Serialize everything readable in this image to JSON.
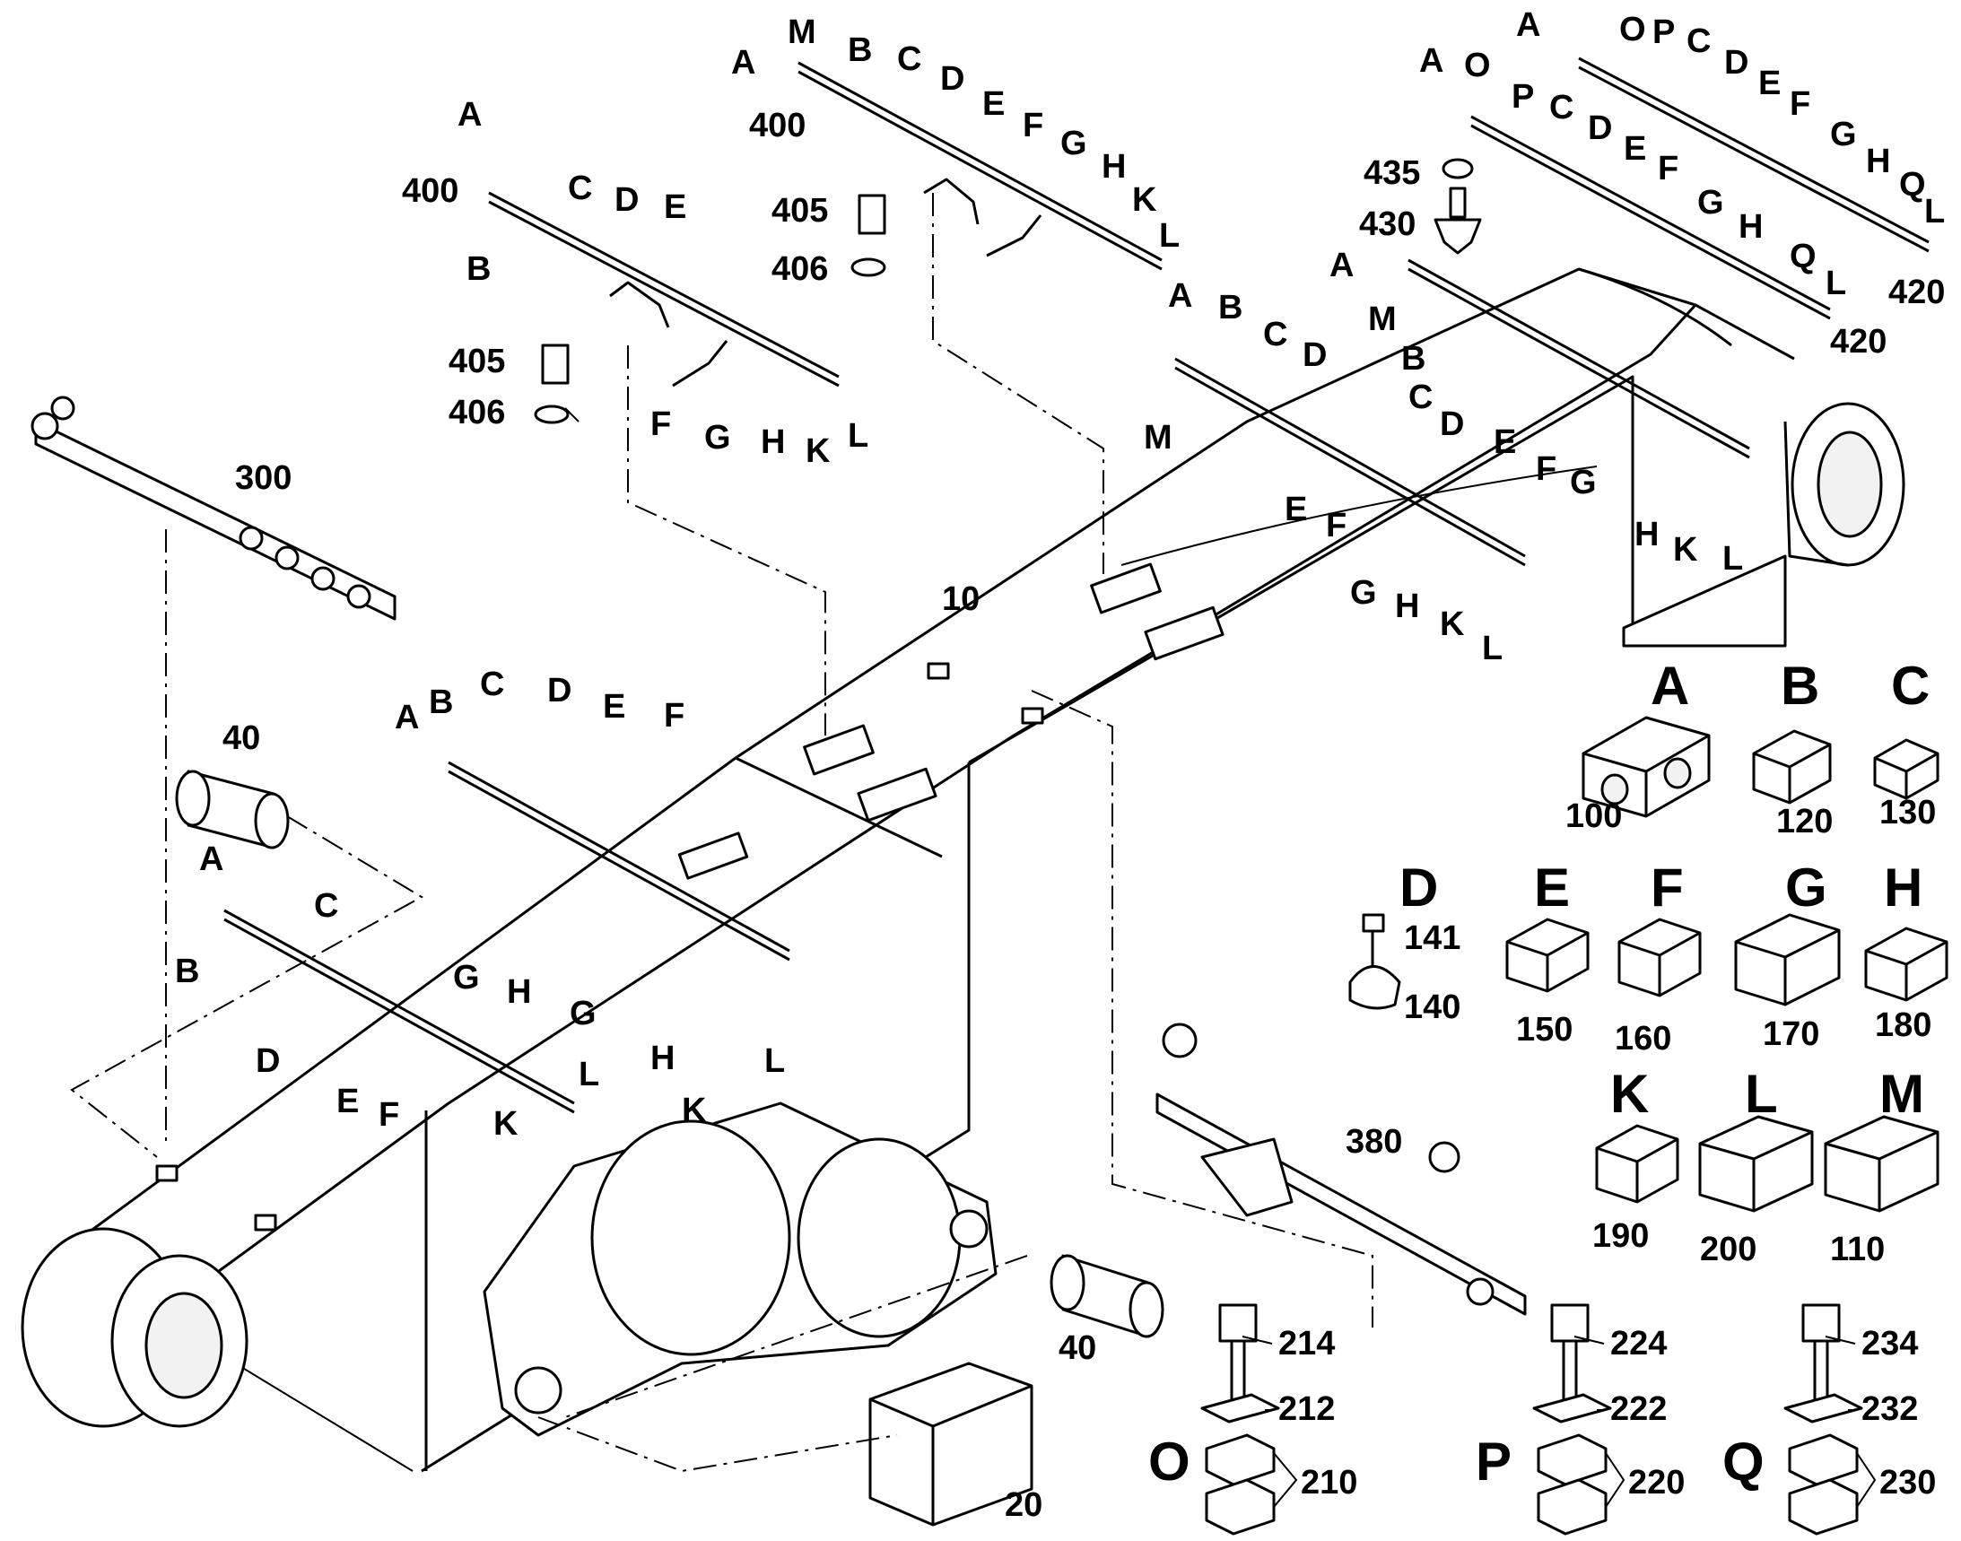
{
  "labels": {
    "part_10": "10",
    "part_20": "20",
    "part_40_left": "40",
    "part_40_right": "40",
    "part_300": "300",
    "part_380": "380",
    "part_400_left": "400",
    "part_400_mid": "400",
    "part_405_left": "405",
    "part_406_left": "406",
    "part_405_mid": "405",
    "part_406_mid": "406",
    "part_420_a": "420",
    "part_420_b": "420",
    "part_430": "430",
    "part_435": "435"
  },
  "rail_letters": {
    "upper_left": [
      "A",
      "B",
      "C",
      "D",
      "E",
      "F",
      "G",
      "H",
      "K",
      "L"
    ],
    "upper_mid": [
      "A",
      "M",
      "B",
      "C",
      "D",
      "E",
      "F",
      "G",
      "H",
      "K",
      "L"
    ],
    "upper_right_a": [
      "A",
      "O",
      "P",
      "C",
      "D",
      "E",
      "F",
      "G",
      "H",
      "Q",
      "L"
    ],
    "upper_right_b": [
      "A",
      "O",
      "P",
      "C",
      "D",
      "E",
      "F",
      "G",
      "H",
      "Q",
      "L"
    ],
    "boom_right_a": [
      "A",
      "M",
      "B",
      "C",
      "D",
      "E",
      "F",
      "G",
      "H",
      "K",
      "L"
    ],
    "boom_right_b": [
      "A",
      "B",
      "C",
      "D",
      "M",
      "E",
      "F",
      "G",
      "H",
      "K",
      "L"
    ],
    "boom_mid": [
      "A",
      "B",
      "C",
      "D",
      "E",
      "F",
      "G",
      "H",
      "K",
      "L"
    ],
    "boom_low": [
      "A",
      "B",
      "C",
      "D",
      "E",
      "F",
      "G",
      "H",
      "K",
      "L"
    ]
  },
  "clamps": [
    {
      "letter": "A",
      "part": "100"
    },
    {
      "letter": "B",
      "part": "120"
    },
    {
      "letter": "C",
      "part": "130"
    },
    {
      "letter": "D",
      "part": "140",
      "part2": "141"
    },
    {
      "letter": "E",
      "part": "150"
    },
    {
      "letter": "F",
      "part": "160"
    },
    {
      "letter": "G",
      "part": "170"
    },
    {
      "letter": "H",
      "part": "180"
    },
    {
      "letter": "K",
      "part": "190"
    },
    {
      "letter": "L",
      "part": "200"
    },
    {
      "letter": "M",
      "part": "110"
    }
  ],
  "stacks": [
    {
      "letter": "O",
      "bolt": "214",
      "plate": "212",
      "clamp": "210"
    },
    {
      "letter": "P",
      "bolt": "224",
      "plate": "222",
      "clamp": "220"
    },
    {
      "letter": "Q",
      "bolt": "234",
      "plate": "232",
      "clamp": "230"
    }
  ]
}
